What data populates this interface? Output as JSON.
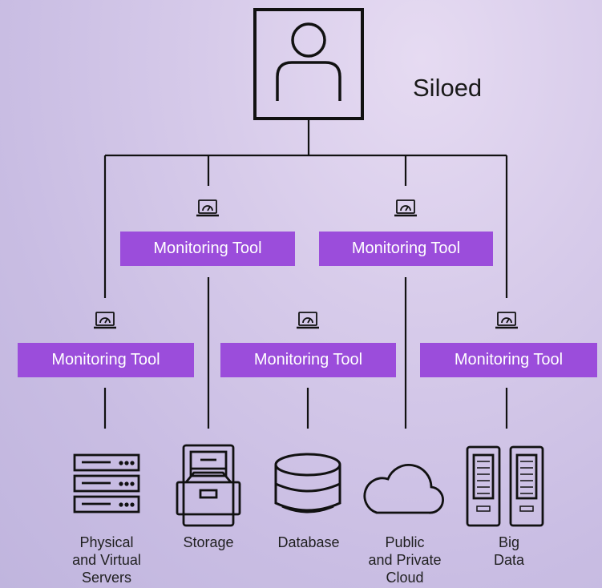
{
  "title": "Siloed",
  "tool_label": "Monitoring Tool",
  "tools": [
    {
      "label": "Monitoring Tool"
    },
    {
      "label": "Monitoring Tool"
    },
    {
      "label": "Monitoring Tool"
    },
    {
      "label": "Monitoring Tool"
    },
    {
      "label": "Monitoring Tool"
    }
  ],
  "resources": [
    {
      "label": "Physical\nand Virtual\nServers",
      "icon": "server-rack-icon"
    },
    {
      "label": "Storage",
      "icon": "file-cabinet-icon"
    },
    {
      "label": "Database",
      "icon": "database-icon"
    },
    {
      "label": "Public\nand Private\nCloud",
      "icon": "cloud-icon"
    },
    {
      "label": "Big\nData",
      "icon": "big-data-icon"
    }
  ],
  "colors": {
    "accent": "#9b4ddb",
    "line": "#111111",
    "background": "#d4c8e8"
  }
}
